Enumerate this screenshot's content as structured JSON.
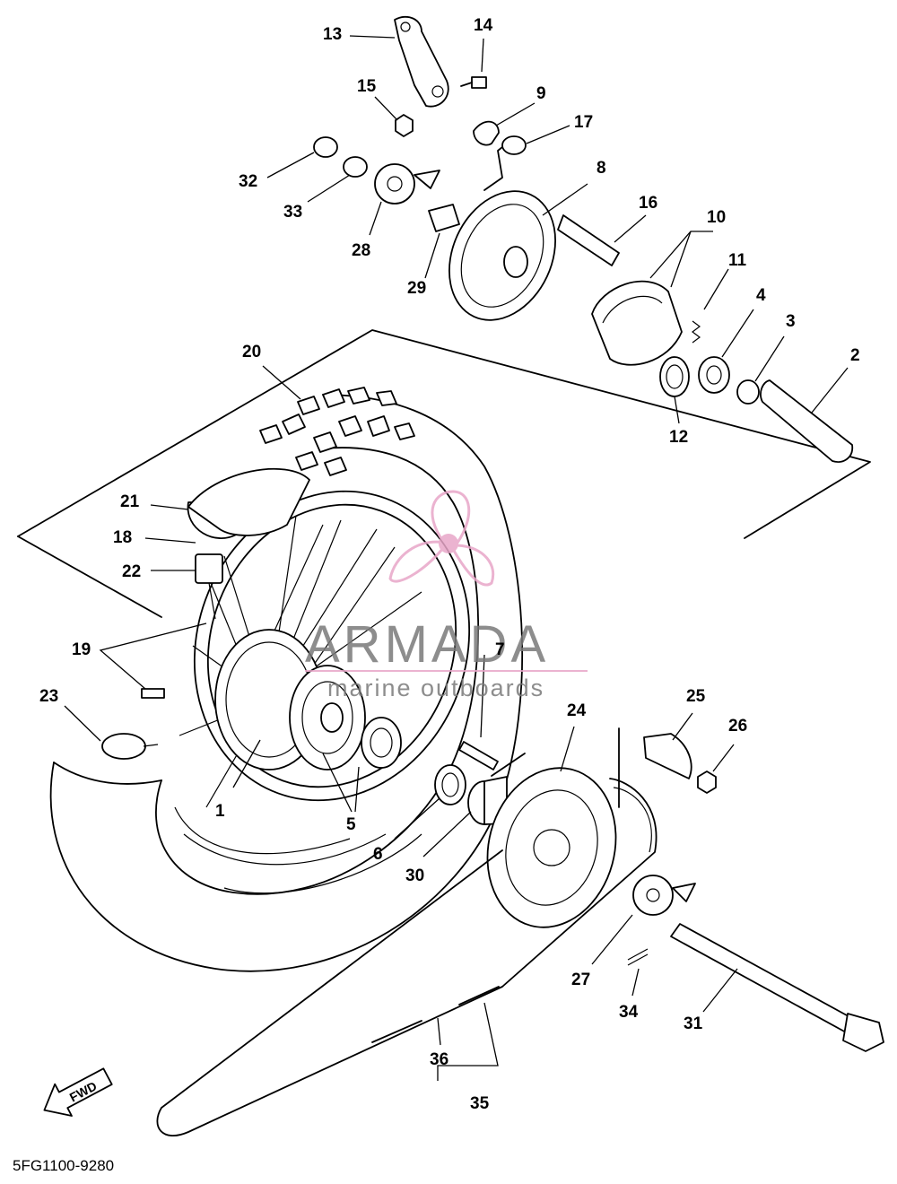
{
  "diagram_code": "5FG1100-9280",
  "fwd_label": "FWD",
  "watermark": {
    "brand": "ARMADA",
    "tagline": "marine outboards",
    "logo_color": "#e8a6c8",
    "text_color": "#7a7a7a"
  },
  "callouts": [
    "1",
    "2",
    "3",
    "4",
    "5",
    "6",
    "7",
    "8",
    "9",
    "10",
    "11",
    "12",
    "13",
    "14",
    "15",
    "16",
    "17",
    "18",
    "19",
    "20",
    "21",
    "22",
    "23",
    "24",
    "25",
    "26",
    "27",
    "28",
    "29",
    "30",
    "31",
    "32",
    "33",
    "34",
    "35",
    "36"
  ]
}
